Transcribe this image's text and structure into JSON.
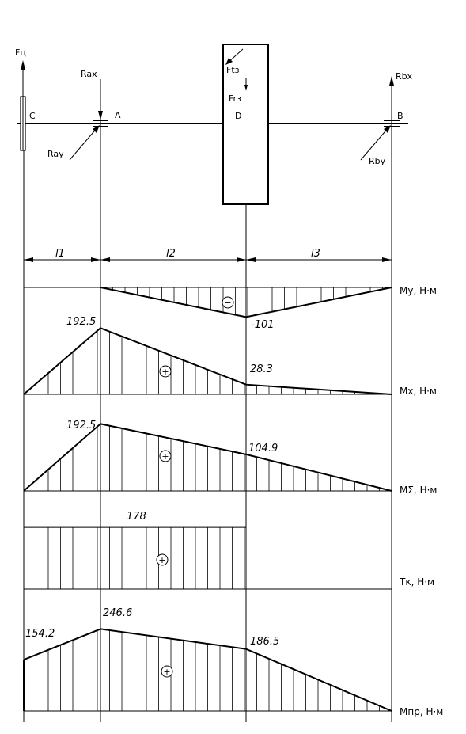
{
  "labels": {
    "f_c": "Fц",
    "r_ax": "Rax",
    "r_ay": "Ray",
    "r_bx": "Rbx",
    "r_by": "Rby",
    "f_t": "Ftз",
    "f_r": "Frз",
    "point_c": "C",
    "point_a": "A",
    "point_d": "D",
    "point_b": "B"
  },
  "segments": [
    "l1",
    "l2",
    "l3"
  ],
  "diagrams": [
    {
      "id": "my",
      "axis_label": "My, Н·м",
      "sign": "−",
      "value_labels": [
        "-101"
      ],
      "values": [
        0,
        0,
        -101,
        0
      ]
    },
    {
      "id": "mx",
      "axis_label": "Mx, Н·м",
      "sign": "+",
      "value_labels": [
        "192.5",
        "28.3"
      ],
      "values": [
        0,
        192.5,
        28.3,
        0
      ]
    },
    {
      "id": "msum",
      "axis_label": "MΣ, Н·м",
      "sign": "+",
      "value_labels": [
        "192.5",
        "104.9"
      ],
      "values": [
        0,
        192.5,
        104.9,
        0
      ]
    },
    {
      "id": "tk",
      "axis_label": "Tк, Н·м",
      "sign": "+",
      "value_labels": [
        "178"
      ],
      "values": [
        178,
        178,
        178,
        0
      ]
    },
    {
      "id": "mpr",
      "axis_label": "Mпр, Н·м",
      "sign": "+",
      "value_labels": [
        "154.2",
        "246.6",
        "186.5"
      ],
      "values": [
        154.2,
        246.6,
        186.5,
        0
      ]
    }
  ]
}
